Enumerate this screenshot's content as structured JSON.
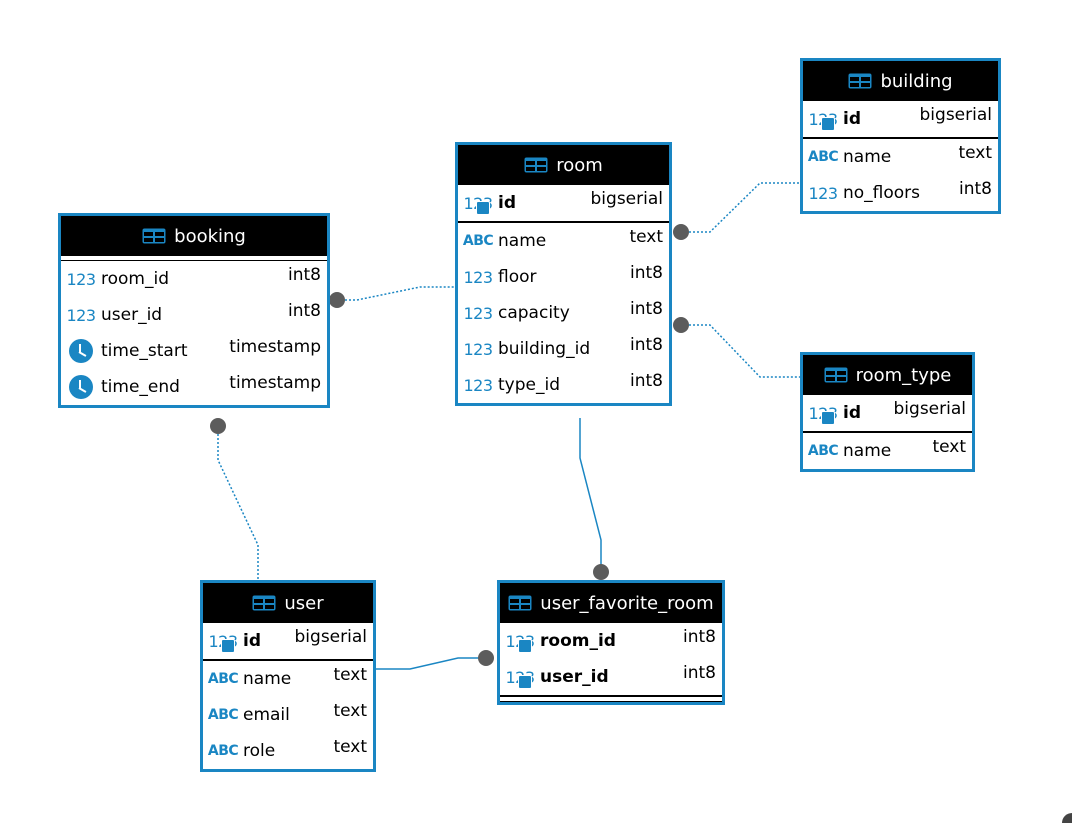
{
  "entities": {
    "building": {
      "name": "building",
      "pk": [
        {
          "name": "id",
          "type": "bigserial",
          "icon": "key-number"
        }
      ],
      "columns": [
        {
          "name": "name",
          "type": "text",
          "icon": "abc"
        },
        {
          "name": "no_floors",
          "type": "int8",
          "icon": "number"
        }
      ]
    },
    "room": {
      "name": "room",
      "pk": [
        {
          "name": "id",
          "type": "bigserial",
          "icon": "key-number"
        }
      ],
      "columns": [
        {
          "name": "name",
          "type": "text",
          "icon": "abc"
        },
        {
          "name": "floor",
          "type": "int8",
          "icon": "number"
        },
        {
          "name": "capacity",
          "type": "int8",
          "icon": "number"
        },
        {
          "name": "building_id",
          "type": "int8",
          "icon": "number"
        },
        {
          "name": "type_id",
          "type": "int8",
          "icon": "number"
        }
      ]
    },
    "booking": {
      "name": "booking",
      "pk": [],
      "columns": [
        {
          "name": "room_id",
          "type": "int8",
          "icon": "number"
        },
        {
          "name": "user_id",
          "type": "int8",
          "icon": "number"
        },
        {
          "name": "time_start",
          "type": "timestamp",
          "icon": "clock"
        },
        {
          "name": "time_end",
          "type": "timestamp",
          "icon": "clock"
        }
      ]
    },
    "room_type": {
      "name": "room_type",
      "pk": [
        {
          "name": "id",
          "type": "bigserial",
          "icon": "key-number"
        }
      ],
      "columns": [
        {
          "name": "name",
          "type": "text",
          "icon": "abc"
        }
      ]
    },
    "user": {
      "name": "user",
      "pk": [
        {
          "name": "id",
          "type": "bigserial",
          "icon": "key-number"
        }
      ],
      "columns": [
        {
          "name": "name",
          "type": "text",
          "icon": "abc"
        },
        {
          "name": "email",
          "type": "text",
          "icon": "abc"
        },
        {
          "name": "role",
          "type": "text",
          "icon": "abc"
        }
      ]
    },
    "user_favorite_room": {
      "name": "user_favorite_room",
      "pk": [
        {
          "name": "room_id",
          "type": "int8",
          "icon": "key-number"
        },
        {
          "name": "user_id",
          "type": "int8",
          "icon": "key-number"
        }
      ],
      "columns": []
    }
  },
  "icon_glyphs": {
    "number": "123",
    "abc": "ABC"
  },
  "colors": {
    "accent": "#1a86c3",
    "header_bg": "#000000",
    "dot": "#5c5c5c"
  }
}
